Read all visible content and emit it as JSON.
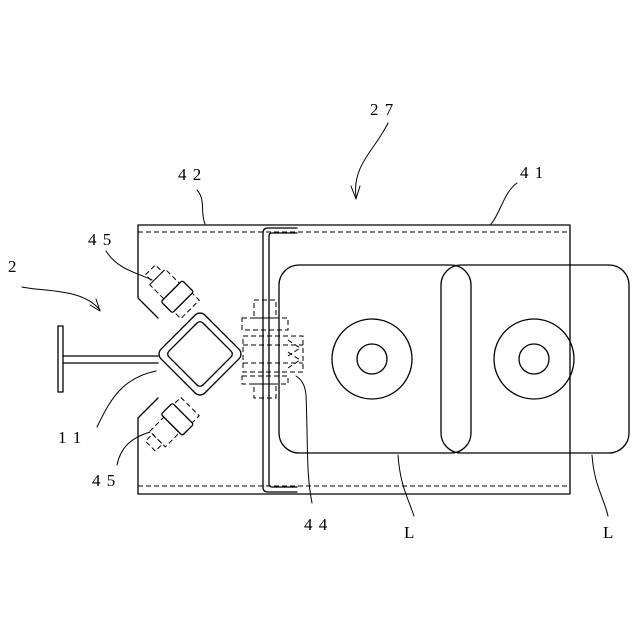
{
  "labels": {
    "ref_27": "2 7",
    "ref_41": "4 1",
    "ref_42": "4 2",
    "ref_45_top": "4 5",
    "ref_2": "2",
    "ref_11": "1 1",
    "ref_45_bottom": "4 5",
    "ref_44": "4 4",
    "ref_L_left": "L",
    "ref_L_right": "L"
  },
  "colors": {
    "line": "#000000",
    "background": "#ffffff"
  }
}
